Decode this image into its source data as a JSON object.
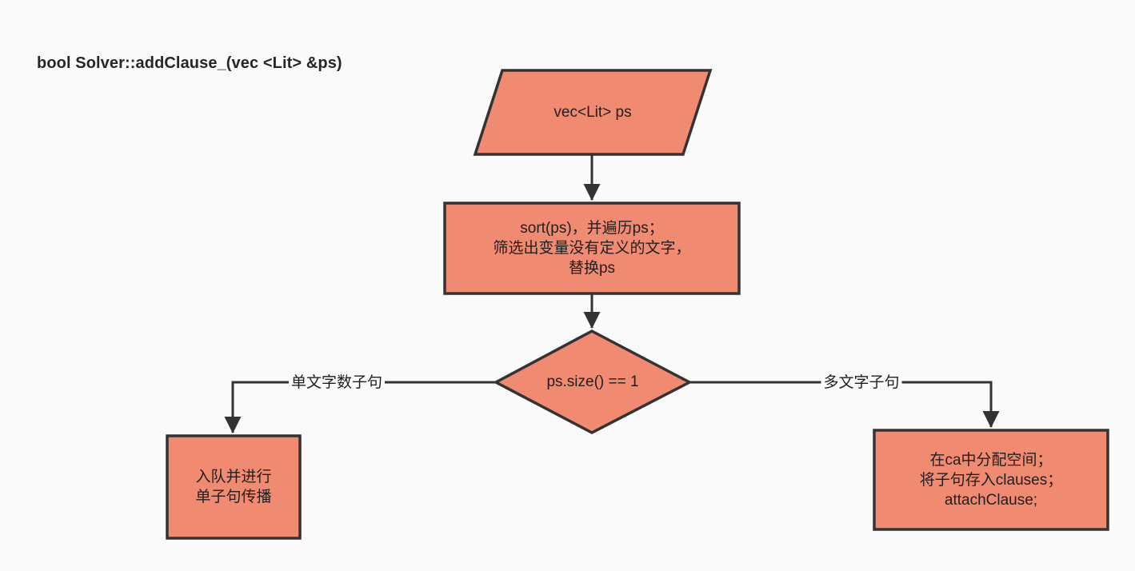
{
  "diagram": {
    "title": "bool Solver::addClause_(vec <Lit> &ps)",
    "type": "flowchart",
    "colors": {
      "background": "#fafafa",
      "node_fill": "#f08a71",
      "node_stroke": "#333333",
      "edge_stroke": "#333333",
      "text": "#1f1f1f"
    },
    "nodes": [
      {
        "id": "input-ps",
        "shape": "parallelogram",
        "lines": [
          "vec<Lit> ps"
        ]
      },
      {
        "id": "sort-process",
        "shape": "rectangle",
        "lines": [
          "sort(ps)，并遍历ps；",
          "筛选出变量没有定义的文字，",
          "替换ps"
        ]
      },
      {
        "id": "size-decision",
        "shape": "diamond",
        "lines": [
          "ps.size() == 1"
        ]
      },
      {
        "id": "unit-clause-action",
        "shape": "rectangle",
        "lines": [
          "入队并进行",
          "单子句传播"
        ]
      },
      {
        "id": "multi-clause-action",
        "shape": "rectangle",
        "lines": [
          "在ca中分配空间；",
          "将子句存入clauses；",
          "attachClause;"
        ]
      }
    ],
    "edge_labels": {
      "left_branch": "单文字数子句",
      "right_branch": "多文字子句"
    }
  }
}
